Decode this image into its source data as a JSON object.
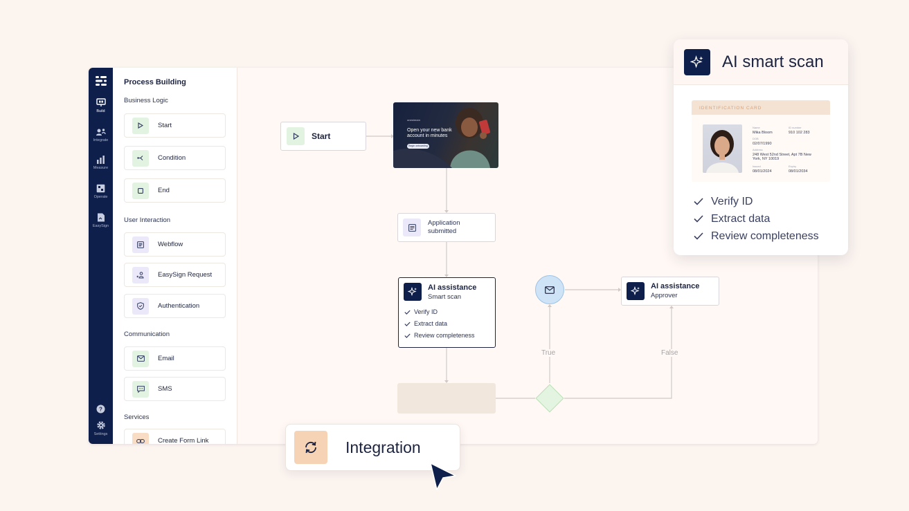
{
  "rail": {
    "items": [
      {
        "label": "Build",
        "icon": "build-icon"
      },
      {
        "label": "Integrate",
        "icon": "integrate-icon"
      },
      {
        "label": "Measure",
        "icon": "measure-icon"
      },
      {
        "label": "Operate",
        "icon": "operate-icon"
      },
      {
        "label": "EasySign",
        "icon": "easysign-icon"
      }
    ],
    "settings_label": "Settings"
  },
  "panel": {
    "title": "Process Building",
    "sections": [
      {
        "title": "Business Logic",
        "blocks": [
          "Start",
          "Condition",
          "End"
        ]
      },
      {
        "title": "User Interaction",
        "blocks": [
          "Webflow",
          "EasySign Request",
          "Authentication"
        ]
      },
      {
        "title": "Communication",
        "blocks": [
          "Email",
          "SMS"
        ]
      },
      {
        "title": "Services",
        "blocks": [
          "Create Form Link"
        ]
      }
    ]
  },
  "canvas": {
    "start_label": "Start",
    "hero": {
      "brand": "onestream",
      "headline": "Open your new bank account in minutes",
      "button": "Begin onboarding"
    },
    "application_label": "Application submitted",
    "ai_node": {
      "title": "AI assistance",
      "subtitle": "Smart scan",
      "checks": [
        "Verify ID",
        "Extract data",
        "Review completeness"
      ]
    },
    "ai_node2": {
      "title": "AI assistance",
      "subtitle": "Approver"
    },
    "true_label": "True",
    "false_label": "False"
  },
  "scan_card": {
    "title": "AI smart scan",
    "id_card": {
      "header": "IDENTIFICATION CARD",
      "name_key": "Name",
      "name": "Mika Bloom",
      "id_key": "ID number",
      "id": "910 102 283",
      "dob_key": "DOB",
      "dob": "02/07/1990",
      "address_key": "Address",
      "address": "248 West 52nd Street, Apt 7B New York, NY 10019",
      "issued_key": "Issued",
      "issued": "08/01/2024",
      "expiry_key": "Expiry",
      "expiry": "08/01/2034"
    },
    "checks": [
      "Verify ID",
      "Extract data",
      "Review completeness"
    ]
  },
  "integration_card": {
    "label": "Integration"
  },
  "colors": {
    "background": "#fbf4ef",
    "rail": "#0f1f4b",
    "accent_navy": "#1c2340",
    "green_tile": "#e2f3e1",
    "lilac_tile": "#ebe8fa",
    "peach_tile": "#f7d3b5",
    "mail_node": "#cfe3f6"
  }
}
